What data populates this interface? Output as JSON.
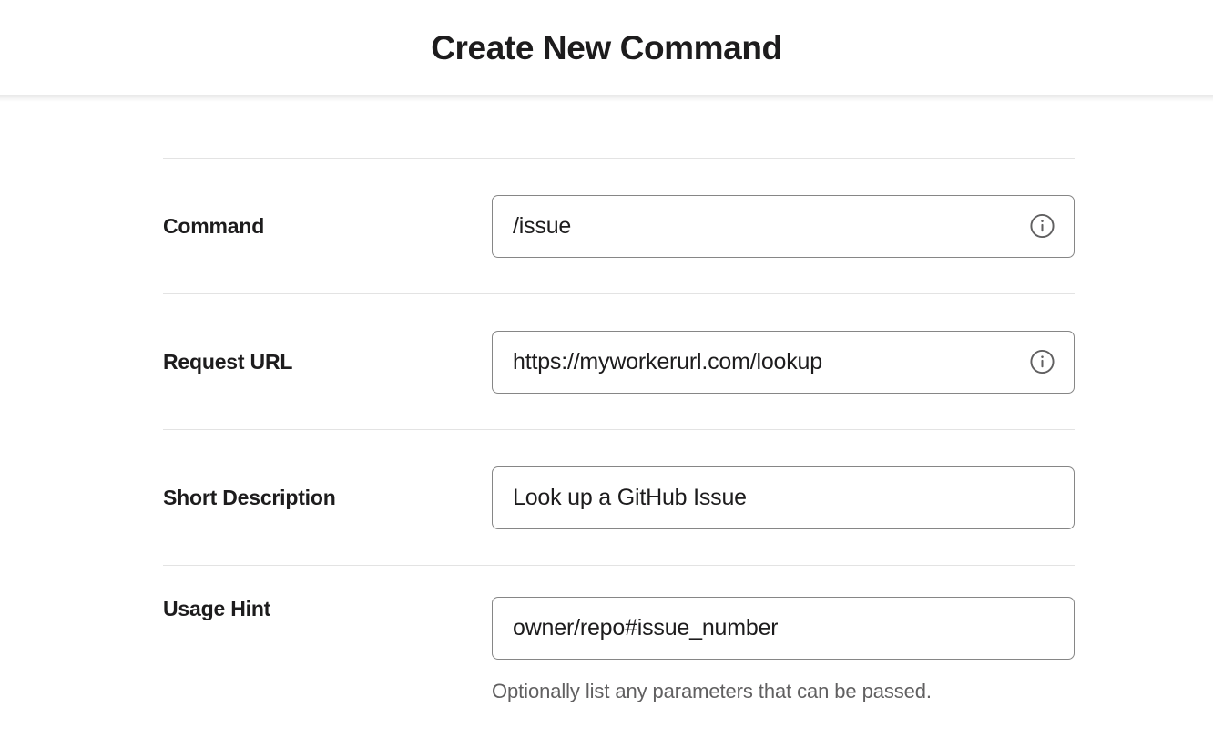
{
  "header": {
    "title": "Create New Command"
  },
  "form": {
    "rows": [
      {
        "label": "Command",
        "value": "/issue",
        "has_info_icon": true,
        "info_icon_name": "info-icon",
        "helper": null
      },
      {
        "label": "Request URL",
        "value": "https://myworkerurl.com/lookup",
        "has_info_icon": true,
        "info_icon_name": "info-icon",
        "helper": null
      },
      {
        "label": "Short Description",
        "value": "Look up a GitHub Issue",
        "has_info_icon": false,
        "info_icon_name": null,
        "helper": null
      },
      {
        "label": "Usage Hint",
        "value": "owner/repo#issue_number",
        "has_info_icon": false,
        "info_icon_name": null,
        "helper": "Optionally list any parameters that can be passed."
      }
    ]
  },
  "colors": {
    "text_primary": "#1d1c1d",
    "text_muted": "#616061",
    "input_border": "#868686",
    "divider": "#e3e3e3",
    "background": "#ffffff"
  }
}
